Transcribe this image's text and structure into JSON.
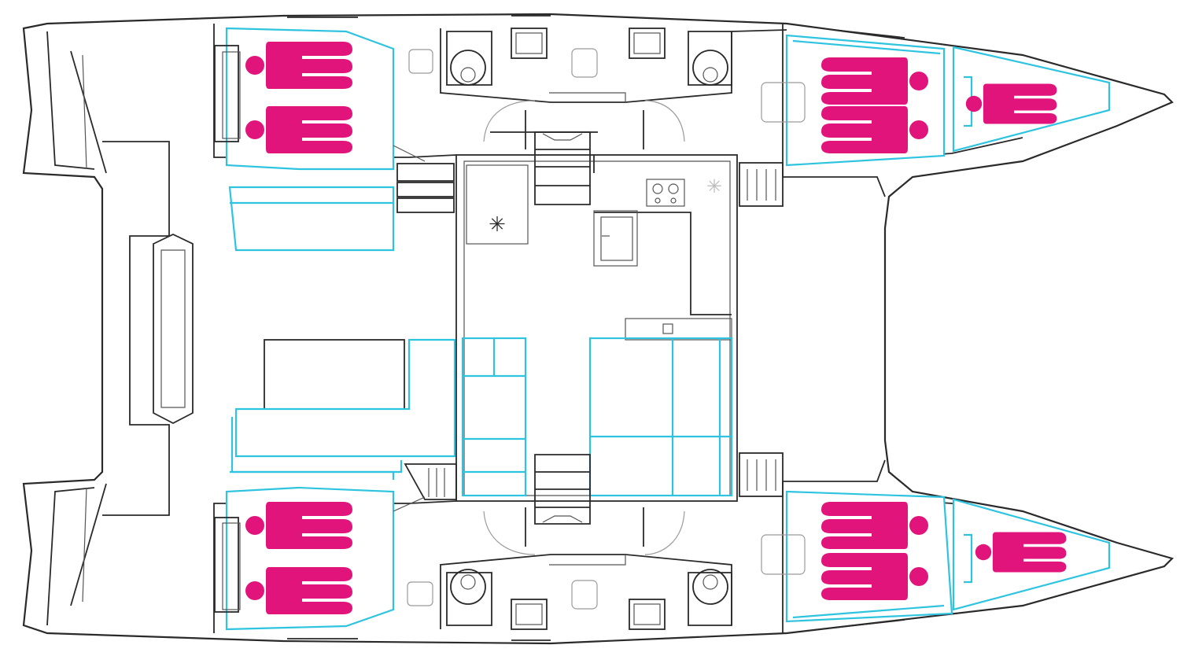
{
  "diagram": {
    "type": "catamaran-deck-plan",
    "colors": {
      "hull_outline": "#2a2a2a",
      "furniture_outline": "#2ec4e0",
      "berth_marker": "#e0147a",
      "background": "#ffffff"
    },
    "cabins": [
      {
        "name": "aft-port-cabin",
        "berths": 2
      },
      {
        "name": "forward-port-cabin",
        "berths": 2
      },
      {
        "name": "forward-port-bow-cabin",
        "berths": 1
      },
      {
        "name": "aft-starboard-cabin",
        "berths": 2
      },
      {
        "name": "forward-starboard-cabin",
        "berths": 2
      },
      {
        "name": "forward-starboard-bow-cabin",
        "berths": 1
      }
    ],
    "heads": 4,
    "icons": [
      "berth-figure-icon",
      "toilet-icon",
      "sink-icon",
      "hatch-icon",
      "stove-icon",
      "fan-icon",
      "stairs-icon"
    ]
  }
}
